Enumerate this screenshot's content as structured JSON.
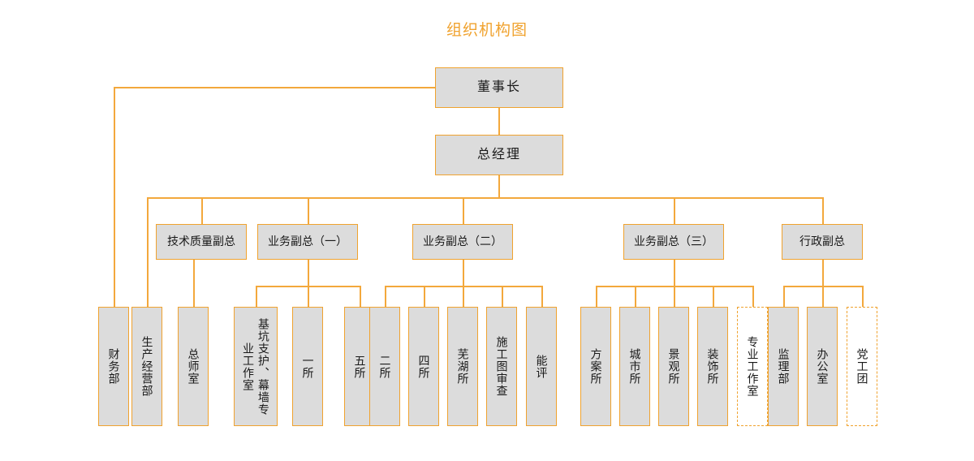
{
  "title": "组织机构图",
  "theme": {
    "line_color": "#F3A83C",
    "border_color": "#F0A22E",
    "box_fill": "#DCDCDC",
    "dashed_box_fill": "#FFFFFF",
    "title_color": "#F0A22E",
    "text_color": "#1A1A1A",
    "background": "#FFFFFF"
  },
  "chart_data": {
    "type": "diagram",
    "subtype": "organization-chart",
    "title": "组织机构图",
    "nodes": [
      {
        "id": "chairman",
        "label": "董事长",
        "level": 1,
        "style": "solid"
      },
      {
        "id": "gm",
        "label": "总经理",
        "level": 2,
        "style": "solid"
      },
      {
        "id": "vp_tech",
        "label": "技术质量副总",
        "level": 3,
        "style": "solid"
      },
      {
        "id": "vp_biz1",
        "label": "业务副总（一）",
        "level": 3,
        "style": "solid"
      },
      {
        "id": "vp_biz2",
        "label": "业务副总（二）",
        "level": 3,
        "style": "solid"
      },
      {
        "id": "vp_biz3",
        "label": "业务副总（三）",
        "level": 3,
        "style": "solid"
      },
      {
        "id": "vp_admin",
        "label": "行政副总",
        "level": 3,
        "style": "solid"
      },
      {
        "id": "finance",
        "label": "财务部",
        "level": 4,
        "style": "solid"
      },
      {
        "id": "production",
        "label": "生产经营部",
        "level": 4,
        "style": "solid"
      },
      {
        "id": "chief_eng",
        "label": "总师室",
        "level": 4,
        "style": "solid"
      },
      {
        "id": "foundation",
        "label": "基坑支护、幕墙专业工作室",
        "level": 4,
        "style": "solid"
      },
      {
        "id": "inst1",
        "label": "一所",
        "level": 4,
        "style": "solid"
      },
      {
        "id": "inst5",
        "label": "五所",
        "level": 4,
        "style": "solid"
      },
      {
        "id": "inst2",
        "label": "二所",
        "level": 4,
        "style": "solid"
      },
      {
        "id": "inst4",
        "label": "四所",
        "level": 4,
        "style": "solid"
      },
      {
        "id": "wuhu",
        "label": "芜湖所",
        "level": 4,
        "style": "solid"
      },
      {
        "id": "drawing_review",
        "label": "施工图审查",
        "level": 4,
        "style": "solid"
      },
      {
        "id": "energy",
        "label": "能评",
        "level": 4,
        "style": "solid"
      },
      {
        "id": "scheme",
        "label": "方案所",
        "level": 4,
        "style": "solid"
      },
      {
        "id": "city",
        "label": "城市所",
        "level": 4,
        "style": "solid"
      },
      {
        "id": "landscape",
        "label": "景观所",
        "level": 4,
        "style": "solid"
      },
      {
        "id": "decoration",
        "label": "装饰所",
        "level": 4,
        "style": "solid"
      },
      {
        "id": "pro_studio",
        "label": "专业工作室",
        "level": 4,
        "style": "dashed"
      },
      {
        "id": "supervision",
        "label": "监理部",
        "level": 4,
        "style": "solid"
      },
      {
        "id": "office",
        "label": "办公室",
        "level": 4,
        "style": "solid"
      },
      {
        "id": "party",
        "label": "党工团",
        "level": 4,
        "style": "dashed"
      }
    ],
    "edges": [
      {
        "from": "chairman",
        "to": "gm"
      },
      {
        "from": "chairman",
        "to": "finance"
      },
      {
        "from": "gm",
        "to": "vp_tech"
      },
      {
        "from": "gm",
        "to": "vp_biz1"
      },
      {
        "from": "gm",
        "to": "vp_biz2"
      },
      {
        "from": "gm",
        "to": "vp_biz3"
      },
      {
        "from": "gm",
        "to": "vp_admin"
      },
      {
        "from": "gm",
        "to": "production"
      },
      {
        "from": "vp_tech",
        "to": "chief_eng"
      },
      {
        "from": "vp_biz1",
        "to": "foundation"
      },
      {
        "from": "vp_biz1",
        "to": "inst1"
      },
      {
        "from": "vp_biz1",
        "to": "inst5"
      },
      {
        "from": "vp_biz2",
        "to": "inst2"
      },
      {
        "from": "vp_biz2",
        "to": "inst4"
      },
      {
        "from": "vp_biz2",
        "to": "wuhu"
      },
      {
        "from": "vp_biz2",
        "to": "drawing_review"
      },
      {
        "from": "vp_biz2",
        "to": "energy"
      },
      {
        "from": "vp_biz3",
        "to": "scheme"
      },
      {
        "from": "vp_biz3",
        "to": "city"
      },
      {
        "from": "vp_biz3",
        "to": "landscape"
      },
      {
        "from": "vp_biz3",
        "to": "decoration"
      },
      {
        "from": "vp_biz3",
        "to": "pro_studio"
      },
      {
        "from": "vp_admin",
        "to": "supervision"
      },
      {
        "from": "vp_admin",
        "to": "office"
      },
      {
        "from": "vp_admin",
        "to": "party"
      }
    ]
  },
  "nodes": {
    "chairman": "董事长",
    "gm": "总经理",
    "vp_tech": "技术质量副总",
    "vp_biz1": "业务副总（一）",
    "vp_biz2": "业务副总（二）",
    "vp_biz3": "业务副总（三）",
    "vp_admin": "行政副总",
    "finance": "财务部",
    "production": "生产经营部",
    "chief_eng": "总师室",
    "foundation": "基坑支护、幕墙专业工作室",
    "inst1": "一所",
    "inst5": "五所",
    "inst2": "二所",
    "inst4": "四所",
    "wuhu": "芜湖所",
    "drawing_review": "施工图审查",
    "energy": "能评",
    "scheme": "方案所",
    "city": "城市所",
    "landscape": "景观所",
    "decoration": "装饰所",
    "pro_studio": "专业工作室",
    "supervision": "监理部",
    "office": "办公室",
    "party": "党工团"
  }
}
